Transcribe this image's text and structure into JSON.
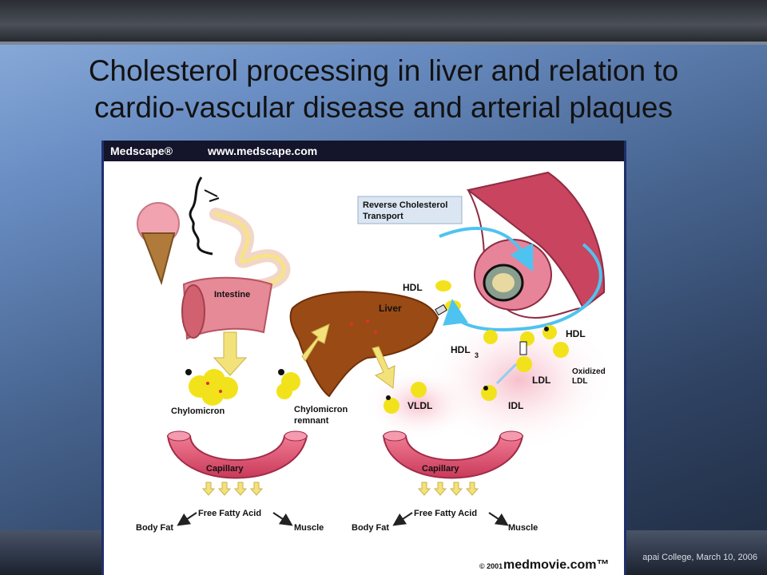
{
  "slide": {
    "title_line1": "Cholesterol processing in liver and relation to",
    "title_line2": "cardio-vascular disease and arterial plaques",
    "footer": "apai College, March 10, 2006"
  },
  "figure": {
    "brand": "Medscape®",
    "site": "www.medscape.com",
    "copyright": "© 2001",
    "credit": "medmovie.com™",
    "labels": {
      "reverse_transport_1": "Reverse Cholesterol",
      "reverse_transport_2": "Transport",
      "intestine": "Intestine",
      "liver": "Liver",
      "hdl_top": "HDL",
      "hdl_right": "HDL",
      "hdl3": "HDL",
      "hdl3_sub": "3",
      "ldl": "LDL",
      "oxidized_1": "Oxidized",
      "oxidized_2": "LDL",
      "idl": "IDL",
      "vldl": "VLDL",
      "chylomicron": "Chylomicron",
      "remnant_1": "Chylomicron",
      "remnant_2": "remnant",
      "capillary_left": "Capillary",
      "capillary_right": "Capillary",
      "ffa_left": "Free Fatty Acid",
      "ffa_right": "Free Fatty Acid",
      "body_fat_left": "Body Fat",
      "muscle_left": "Muscle",
      "body_fat_right": "Body Fat",
      "muscle_right": "Muscle"
    }
  },
  "colors": {
    "slide_blue": "#6a8ec4",
    "liver": "#9a4a15",
    "capillary": "#e35a7a",
    "particle": "#f2e21c",
    "arrow_yellow": "#f3e27a",
    "transport_blue": "#4fc3f0"
  }
}
